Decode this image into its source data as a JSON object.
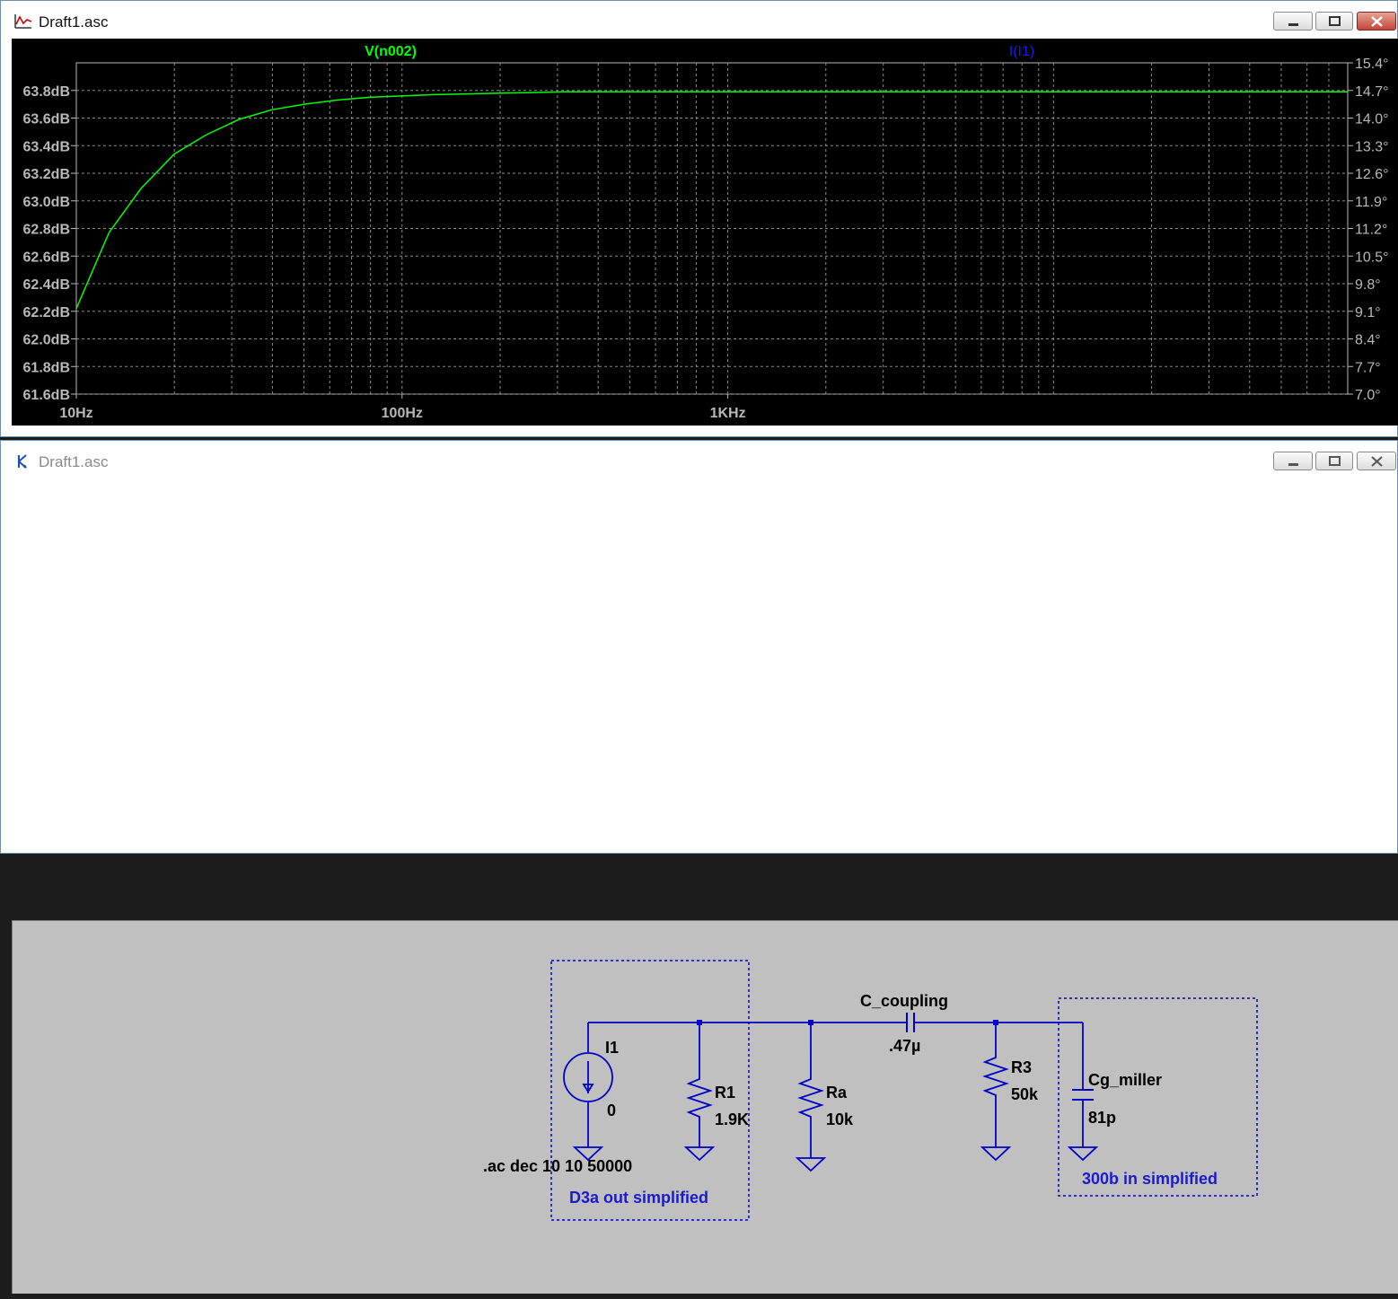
{
  "plot_window": {
    "title": "Draft1.asc",
    "trace_v_label": "V(n002)",
    "trace_i_label": "I(I1)"
  },
  "schematic_window": {
    "title": "Draft1.asc"
  },
  "chart_data": {
    "type": "line",
    "title": "",
    "xlabel": "",
    "ylabel": "",
    "x_scale": "log",
    "x_ticks": [
      "10Hz",
      "100Hz",
      "1KHz"
    ],
    "y_left_ticks": [
      "63.8dB",
      "63.6dB",
      "63.4dB",
      "63.2dB",
      "63.0dB",
      "62.8dB",
      "62.6dB",
      "62.4dB",
      "62.2dB",
      "62.0dB",
      "61.8dB",
      "61.6dB"
    ],
    "y_right_ticks": [
      "15.4°",
      "14.7°",
      "14.0°",
      "13.3°",
      "12.6°",
      "11.9°",
      "11.2°",
      "10.5°",
      "9.8°",
      "9.1°",
      "8.4°",
      "7.7°",
      "7.0°"
    ],
    "xlim": [
      10,
      80000
    ],
    "ylim": [
      61.6,
      64.0
    ],
    "y2lim": [
      7.0,
      15.4
    ],
    "grid": true,
    "series": [
      {
        "name": "V(n002)",
        "color": "#00ff00",
        "x": [
          10,
          12.6,
          15.8,
          20,
          25.1,
          31.6,
          39.8,
          50.1,
          63.1,
          79.4,
          100,
          125.9,
          158.5,
          199.5,
          251.2,
          316.2,
          1000,
          10000,
          80000
        ],
        "y": [
          62.22,
          62.77,
          63.09,
          63.34,
          63.48,
          63.59,
          63.66,
          63.7,
          63.73,
          63.75,
          63.76,
          63.77,
          63.775,
          63.78,
          63.785,
          63.79,
          63.79,
          63.79,
          63.79
        ]
      }
    ]
  },
  "schematic": {
    "components": {
      "i1": {
        "name": "I1",
        "value": "0"
      },
      "r1": {
        "name": "R1",
        "value": "1.9K"
      },
      "ra": {
        "name": "Ra",
        "value": "10k"
      },
      "c_coupling": {
        "name": "C_coupling",
        "value": ".47µ"
      },
      "r3": {
        "name": "R3",
        "value": "50k"
      },
      "cg_miller": {
        "name": "Cg_miller",
        "value": "81p"
      }
    },
    "directive": ".ac dec 10 10 50000",
    "box_left_label": "D3a out simplified",
    "box_right_label": "300b in simplified"
  }
}
